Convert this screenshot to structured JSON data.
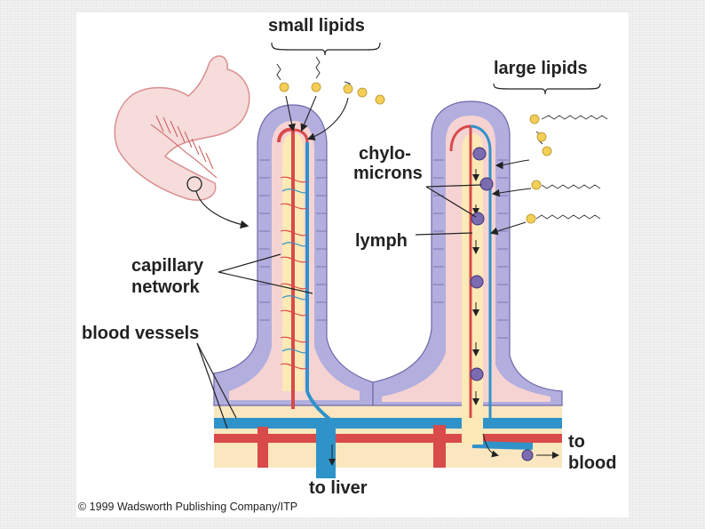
{
  "labels": {
    "small_lipids": "small lipids",
    "large_lipids": "large lipids",
    "chylo_line1": "chylo-",
    "chylo_line2": "microns",
    "lymph": "lymph",
    "capillary_line1": "capillary",
    "capillary_line2": "network",
    "blood_vessels": "blood vessels",
    "to_liver": "to liver",
    "to_blood_line1": "to",
    "to_blood_line2": "blood"
  },
  "copyright": "© 1999 Wadsworth Publishing Company/ITP",
  "colors": {
    "epithelium": "#b2aede",
    "epithelium_line": "#6f68a8",
    "tissue": "#f6d3d3",
    "artery": "#d94a4a",
    "vein": "#2f93c9",
    "lacteal": "#fbe9b6",
    "lipid": "#f3cf58",
    "chylomicron": "#7b6bb1"
  }
}
